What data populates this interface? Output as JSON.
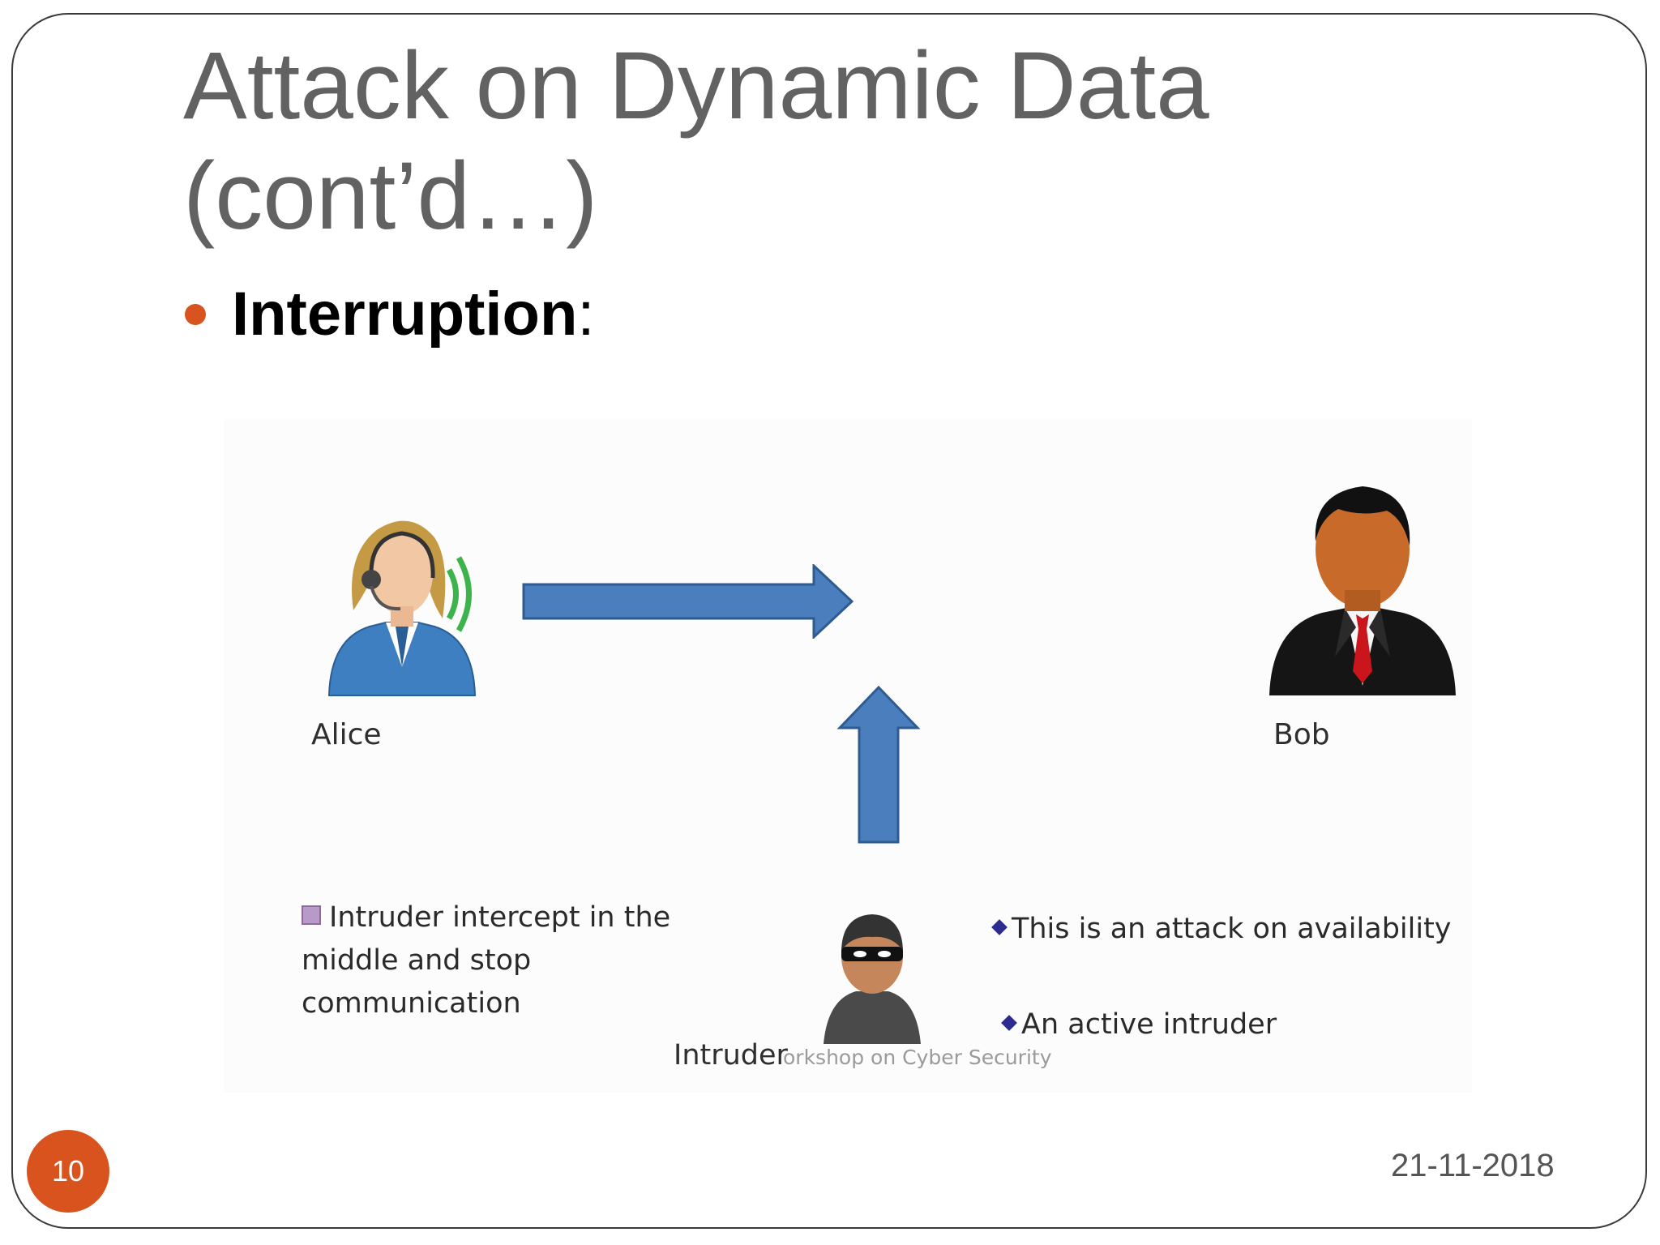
{
  "slide": {
    "title_line1": "Attack on Dynamic Data",
    "title_line2": "(cont’d…)",
    "bullet_term": "Interruption",
    "bullet_suffix": ":",
    "slide_number": "10",
    "date": "21-11-2018",
    "accent_color": "#d9531e"
  },
  "diagram": {
    "alice_label": "Alice",
    "bob_label": "Bob",
    "intruder_label": "Intruder",
    "watermark": "orkshop on Cyber Security",
    "note_left_lines": [
      "Intruder intercept in the",
      "middle and stop",
      "communication"
    ],
    "note_right_1": "This is an attack on availability",
    "note_right_2": "An active intruder",
    "arrow_color": "#4a7ebd",
    "icons": [
      "alice-headset-avatar-icon",
      "bob-businessman-icon",
      "intruder-masked-thief-icon"
    ]
  }
}
